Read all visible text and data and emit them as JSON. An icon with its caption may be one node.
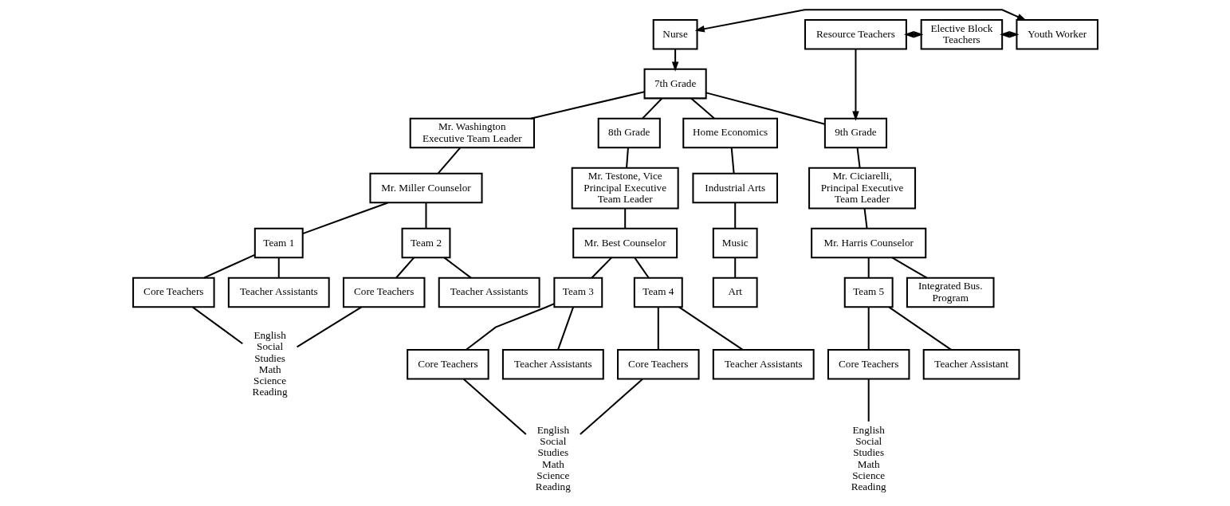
{
  "diagram": {
    "nodes": [
      {
        "text": [
          "Nurse"
        ]
      },
      {
        "text": [
          "Youth Worker"
        ]
      },
      {
        "text": [
          "Elective Block Teachers"
        ]
      },
      {
        "text": [
          "Resource Teachers"
        ]
      },
      {
        "text": [
          "7th Grade"
        ]
      },
      {
        "text": [
          "Mr. Washington Executive Team Leader"
        ]
      },
      {
        "text": [
          "Mr. Miller Counselor"
        ]
      },
      {
        "text": [
          "Team 1"
        ]
      },
      {
        "text": [
          "Team 2"
        ]
      },
      {
        "text": [
          "Core Teachers"
        ]
      },
      {
        "text": [
          "Teacher Assistants"
        ]
      },
      {
        "text": [
          "Core Teachers"
        ]
      },
      {
        "text": [
          "Teacher Assistants"
        ]
      },
      {
        "text": [
          "English Social Studies Math Science Reading"
        ]
      },
      {
        "text": [
          "8th Grade"
        ]
      },
      {
        "text": [
          "Mr. Testone, Vice Principal Executive Team Leader"
        ]
      },
      {
        "text": [
          "Mr. Best Counselor"
        ]
      },
      {
        "text": [
          "Team 3"
        ]
      },
      {
        "text": [
          "Team 4"
        ]
      },
      {
        "text": [
          "Core Teachers"
        ]
      },
      {
        "text": [
          "Teacher Assistants"
        ]
      },
      {
        "text": [
          "Core Teachers"
        ]
      },
      {
        "text": [
          "Teacher Assistants"
        ]
      },
      {
        "text": [
          "English Social Studies Math Science Reading"
        ]
      },
      {
        "text": [
          "Home Economics"
        ]
      },
      {
        "text": [
          "Industrial Arts"
        ]
      },
      {
        "text": [
          "Music"
        ]
      },
      {
        "text": [
          "Art"
        ]
      },
      {
        "text": [
          "9th Grade"
        ]
      },
      {
        "text": [
          "Mr. Ciciarelli, Principal Executive Team Leader"
        ]
      },
      {
        "text": [
          "Mr. Harris Counselor"
        ]
      },
      {
        "text": [
          "Team 5"
        ]
      },
      {
        "text": [
          "Integrated Bus. Program"
        ]
      },
      {
        "text": [
          "Core Teachers"
        ]
      },
      {
        "text": [
          "Teacher Assistant"
        ]
      },
      {
        "text": [
          "English Social Studies Math Science Reading"
        ]
      }
    ],
    "edges": [
      {
        "from": 0,
        "to": 1,
        "arrow": "both"
      },
      {
        "from": 1,
        "to": 2,
        "arrow": "both"
      },
      {
        "from": 2,
        "to": 3,
        "arrow": "both"
      },
      {
        "from": 0,
        "to": 4,
        "arrow": "to"
      },
      {
        "from": 3,
        "to": 28,
        "arrow": "to"
      },
      {
        "from": 4,
        "to": 14,
        "arrow": "none"
      },
      {
        "from": 4,
        "to": 24,
        "arrow": "none"
      },
      {
        "from": 4,
        "to": 28,
        "arrow": "none"
      },
      {
        "from": 4,
        "to": 5,
        "arrow": "none"
      },
      {
        "from": 5,
        "to": 6,
        "arrow": "none"
      },
      {
        "from": 6,
        "to": 7,
        "arrow": "none"
      },
      {
        "from": 6,
        "to": 8,
        "arrow": "none"
      },
      {
        "from": 7,
        "to": 9,
        "arrow": "none"
      },
      {
        "from": 7,
        "to": 10,
        "arrow": "none"
      },
      {
        "from": 8,
        "to": 11,
        "arrow": "none"
      },
      {
        "from": 8,
        "to": 12,
        "arrow": "none"
      },
      {
        "from": 9,
        "to": 13,
        "arrow": "none"
      },
      {
        "from": 11,
        "to": 13,
        "arrow": "none"
      },
      {
        "from": 14,
        "to": 15,
        "arrow": "none"
      },
      {
        "from": 15,
        "to": 16,
        "arrow": "none"
      },
      {
        "from": 16,
        "to": 17,
        "arrow": "none"
      },
      {
        "from": 16,
        "to": 18,
        "arrow": "none"
      },
      {
        "from": 17,
        "to": 19,
        "arrow": "none"
      },
      {
        "from": 17,
        "to": 20,
        "arrow": "none"
      },
      {
        "from": 18,
        "to": 21,
        "arrow": "none"
      },
      {
        "from": 18,
        "to": 22,
        "arrow": "none"
      },
      {
        "from": 19,
        "to": 23,
        "arrow": "none"
      },
      {
        "from": 21,
        "to": 23,
        "arrow": "none"
      },
      {
        "from": 24,
        "to": 25,
        "arrow": "none"
      },
      {
        "from": 25,
        "to": 26,
        "arrow": "none"
      },
      {
        "from": 26,
        "to": 27,
        "arrow": "none"
      },
      {
        "from": 28,
        "to": 29,
        "arrow": "none"
      },
      {
        "from": 29,
        "to": 30,
        "arrow": "none"
      },
      {
        "from": 30,
        "to": 31,
        "arrow": "none"
      },
      {
        "from": 30,
        "to": 32,
        "arrow": "none"
      },
      {
        "from": 31,
        "to": 33,
        "arrow": "none"
      },
      {
        "from": 31,
        "to": 34,
        "arrow": "none"
      },
      {
        "from": 33,
        "to": 35,
        "arrow": "none"
      }
    ]
  }
}
